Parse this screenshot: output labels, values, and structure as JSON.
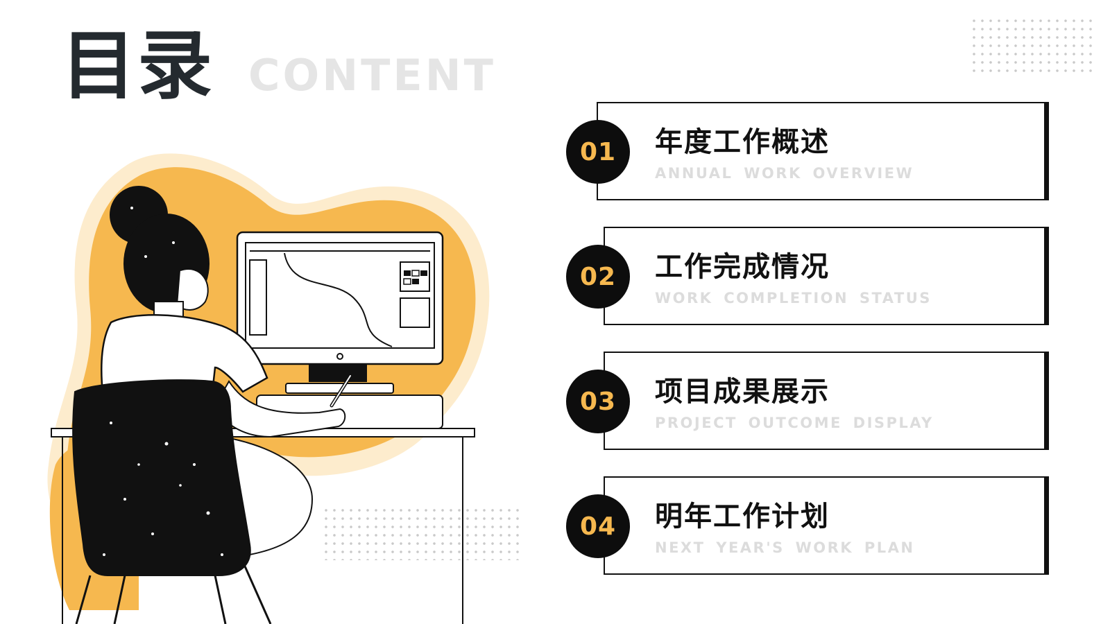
{
  "header": {
    "title_cn": "目录",
    "title_en": "CONTENT"
  },
  "colors": {
    "accent": "#f6b84f",
    "accent_light": "#fdeccd",
    "dark": "#111111",
    "subtitle_gray": "#dcdcdc"
  },
  "menu": {
    "items": [
      {
        "number": "01",
        "title": "年度工作概述",
        "subtitle": "ANNUAL WORK OVERVIEW"
      },
      {
        "number": "02",
        "title": "工作完成情况",
        "subtitle": "WORK COMPLETION STATUS"
      },
      {
        "number": "03",
        "title": "项目成果展示",
        "subtitle": "PROJECT OUTCOME DISPLAY"
      },
      {
        "number": "04",
        "title": "明年工作计划",
        "subtitle": "NEXT YEAR'S WORK PLAN"
      }
    ]
  }
}
